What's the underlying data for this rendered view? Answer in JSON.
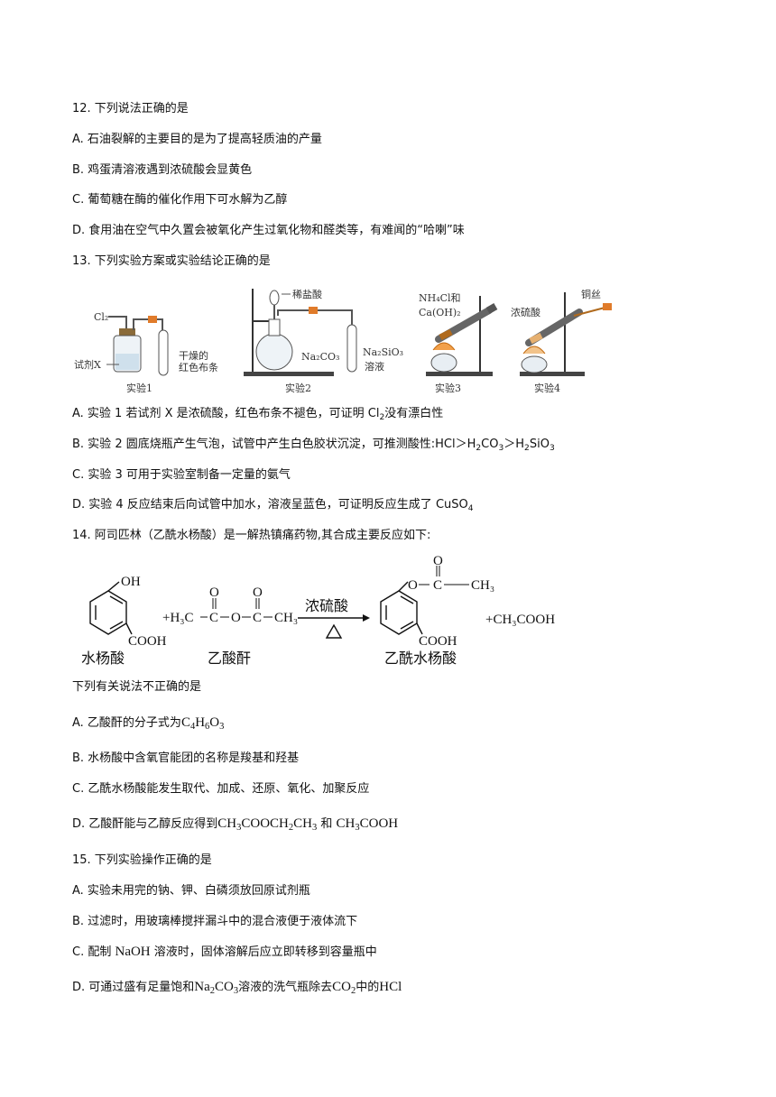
{
  "q12": {
    "stem": "12. 下列说法正确的是",
    "A": "A. 石油裂解的主要目的是为了提高轻质油的产量",
    "B": "B. 鸡蛋清溶液遇到浓硫酸会显黄色",
    "C": "C. 葡萄糖在酶的催化作用下可水解为乙醇",
    "D": "D. 食用油在空气中久置会被氧化产生过氧化物和醛类等，有难闻的“哈喇”味"
  },
  "q13": {
    "stem": "13. 下列实验方案或实验结论正确的是",
    "figure": {
      "exp1": {
        "caption": "实验1",
        "gas": "Cl₂",
        "reagent": "试剂X",
        "label_a": "干燥的",
        "label_b": "红色布条"
      },
      "exp2": {
        "caption": "实验2",
        "acid": "稀盐酸",
        "solid": "Na₂CO₃",
        "solution_a": "Na₂SiO₃",
        "solution_b": "溶液"
      },
      "exp3": {
        "caption": "实验3",
        "label_a": "NH₄Cl和",
        "label_b": "Ca(OH)₂"
      },
      "exp4": {
        "caption": "实验4",
        "acid": "浓硫酸",
        "wire": "铜丝"
      }
    },
    "A_pre": "A. 实验 1 若试剂 X 是浓硫酸，红色布条不褪色，可证明 Cl",
    "A_post": "没有漂白性",
    "B_pre": "B. 实验 2 圆底烧瓶产生气泡，试管中产生白色胶状沉淀，可推测酸性:HCl＞H",
    "C": "C. 实验 3 可用于实验室制备一定量的氨气",
    "D_pre": "D. 实验 4 反应结束后向试管中加水，溶液呈蓝色，可证明反应生成了 CuSO"
  },
  "q14": {
    "stem": "14. 阿司匹林（乙酰水杨酸）是一解热镇痛药物,其合成主要反应如下:",
    "reaction": {
      "oh": "OH",
      "cooh": "COOH",
      "name1": "水杨酸",
      "plus_h3c": "+H₃C",
      "o": "O",
      "ch3": "CH₃",
      "name2": "乙酸酐",
      "condition": "浓硫酸",
      "name3": "乙酰水杨酸",
      "byproduct": "+CH₃COOH"
    },
    "question": "下列有关说法不正确的是",
    "A_pre": "A. 乙酸酐的分子式为",
    "B": "B. 水杨酸中含氧官能团的名称是羧基和羟基",
    "C": "C. 乙酰水杨酸能发生取代、加成、还原、氧化、加聚反应",
    "D_pre": "D. 乙酸酐能与乙醇反应得到",
    "D_mid": "和"
  },
  "q15": {
    "stem": "15. 下列实验操作正确的是",
    "A": "A. 实验未用完的钠、钾、白磷须放回原试剂瓶",
    "B": "B. 过滤时，用玻璃棒搅拌漏斗中的混合液便于液体流下",
    "C_pre": "C. 配制",
    "C_naoh": "NaOH",
    "C_post": "溶液时，固体溶解后应立即转移到容量瓶中",
    "D_pre": "D. 可通过盛有足量饱和",
    "D_mid1": "溶液的洗气瓶除去",
    "D_mid2": "中的",
    "D_hcl": "HCl"
  }
}
